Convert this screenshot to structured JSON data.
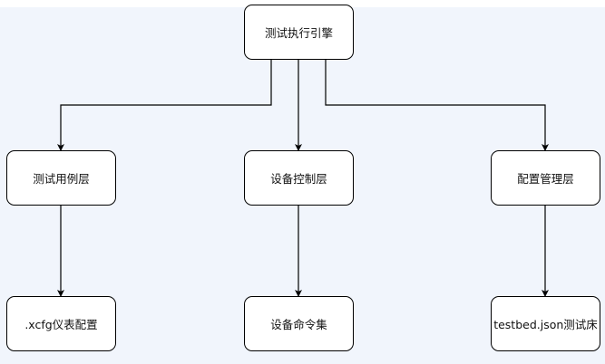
{
  "diagram": {
    "root": {
      "label": "测试执行引擎"
    },
    "layers": [
      {
        "label": "测试用例层",
        "child": {
          "label": ".xcfg仪表配置"
        }
      },
      {
        "label": "设备控制层",
        "child": {
          "label": "设备命令集"
        }
      },
      {
        "label": "配置管理层",
        "child": {
          "label": "testbed.json测试床"
        }
      }
    ]
  },
  "colors": {
    "background": "#f1f5fc",
    "node_fill": "#ffffff",
    "stroke": "#000000"
  }
}
